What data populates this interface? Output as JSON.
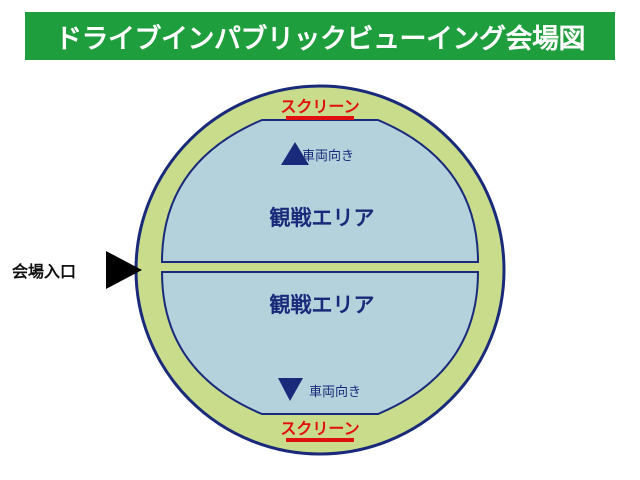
{
  "title": "ドライブインパブリックビューイング会場図",
  "screen_top": "スクリーン",
  "screen_bottom": "スクリーン",
  "viewing_area_top": "観戦エリア",
  "viewing_area_bottom": "観戦エリア",
  "vehicle_direction_top": "車両向き",
  "vehicle_direction_bottom": "車両向き",
  "entrance": "会場入口",
  "colors": {
    "title_bg": "#1f9e3d",
    "ring": "#c8dc8c",
    "area": "#b4d2dc",
    "outline": "#1a2a7a",
    "screen_bar": "#e01010",
    "arrow": "#1a2a7a",
    "entrance_arrow": "#000000"
  }
}
